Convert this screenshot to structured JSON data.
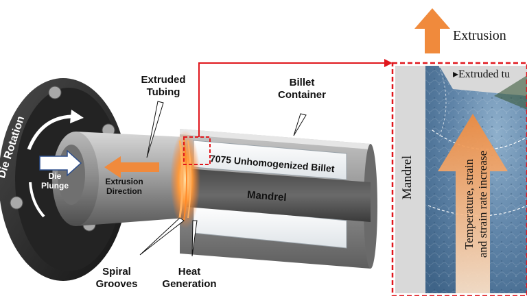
{
  "labels": {
    "extruded_tubing_1": "Extruded",
    "extruded_tubing_2": "Tubing",
    "billet_container_1": "Billet",
    "billet_container_2": "Container",
    "billet": "7075 Unhomogenized Billet",
    "mandrel": "Mandrel",
    "die_rotation": "Die Rotation",
    "die_plunge_1": "Die",
    "die_plunge_2": "Plunge",
    "extrusion_direction_1": "Extrusion",
    "extrusion_direction_2": "Direction",
    "spiral_grooves_1": "Spiral",
    "spiral_grooves_2": "Grooves",
    "heat_generation_1": "Heat",
    "heat_generation_2": "Generation",
    "extrusion": "Extrusion",
    "inset_mandrel": "Mandrel",
    "extruded_tube_partial": "Extruded  tu",
    "gradient_line1": "Temperature, strain",
    "gradient_line2": "and strain rate increase"
  },
  "colors": {
    "arrow_orange": "#f08a3c",
    "callout_red": "#e0161c",
    "die_dark": "#2b2b2b",
    "microstructure_blue": "#5f84a8"
  }
}
